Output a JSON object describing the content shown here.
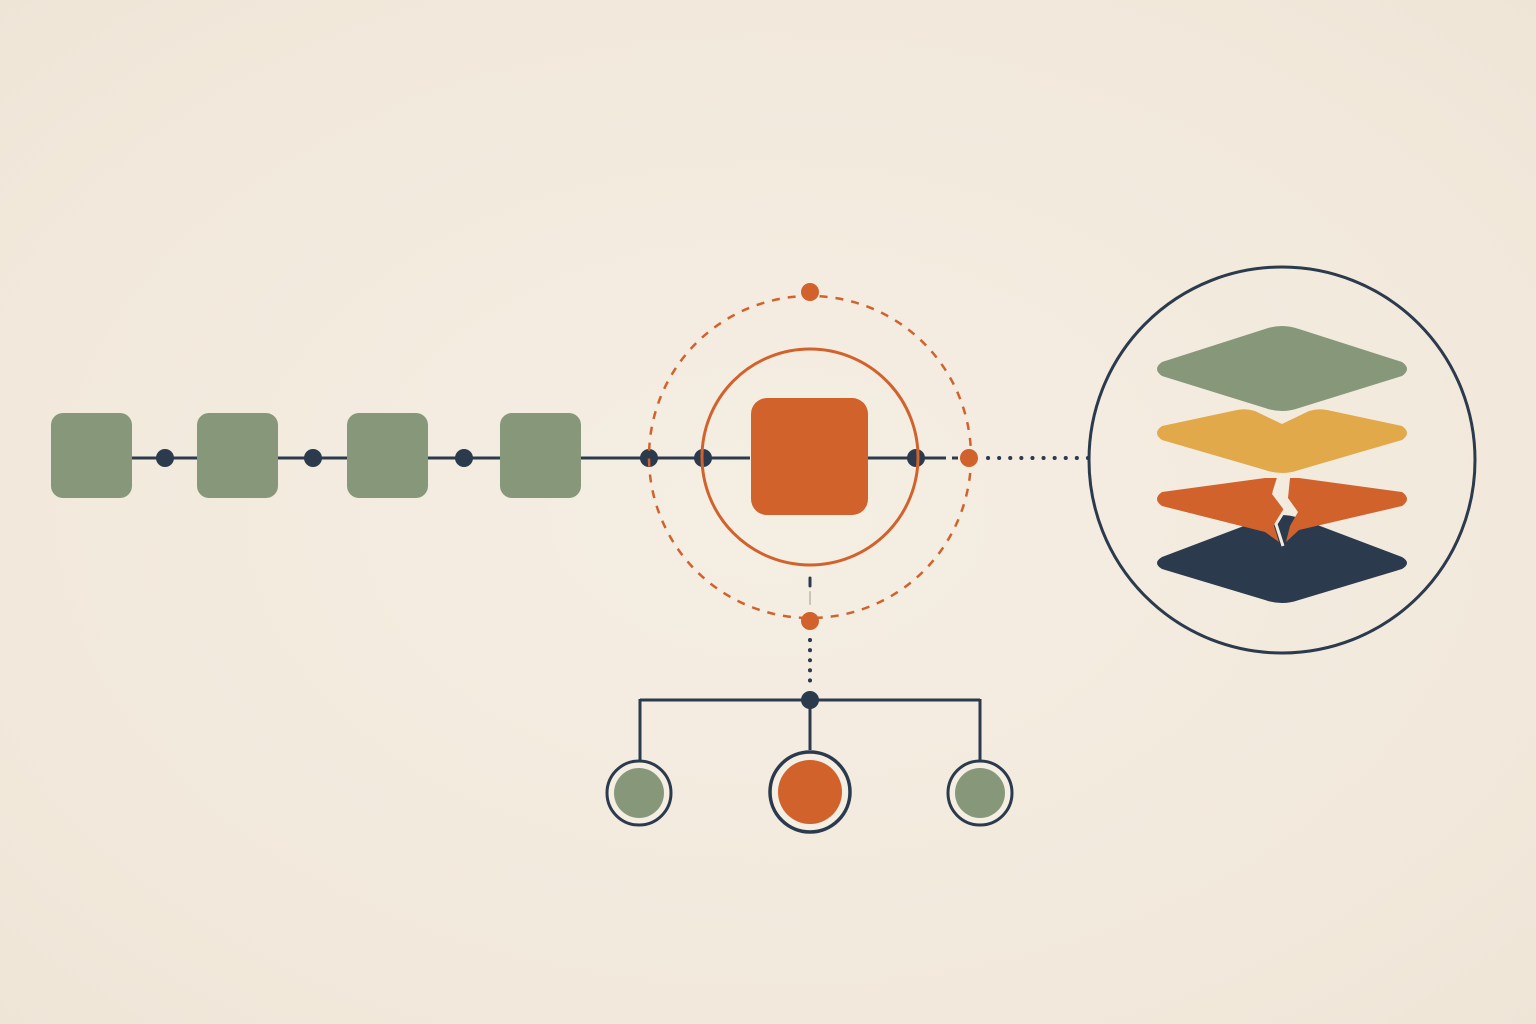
{
  "palette": {
    "background": "#f3ebdf",
    "green": "#87987a",
    "orange": "#d2622c",
    "yellow": "#e2a94a",
    "navy": "#2b3a4d"
  },
  "pipeline": {
    "stages": [
      {
        "name": "stage-1",
        "state": "normal"
      },
      {
        "name": "stage-2",
        "state": "normal"
      },
      {
        "name": "stage-3",
        "state": "normal"
      },
      {
        "name": "stage-4",
        "state": "normal"
      },
      {
        "name": "stage-5",
        "state": "highlighted"
      }
    ]
  },
  "layer_stack": {
    "layers": [
      {
        "color": "green"
      },
      {
        "color": "yellow"
      },
      {
        "color": "orange",
        "state": "cracked"
      },
      {
        "color": "navy"
      }
    ]
  },
  "branches": [
    {
      "color": "green"
    },
    {
      "color": "orange",
      "state": "highlighted"
    },
    {
      "color": "green"
    }
  ],
  "icons": [
    "crack-icon"
  ]
}
